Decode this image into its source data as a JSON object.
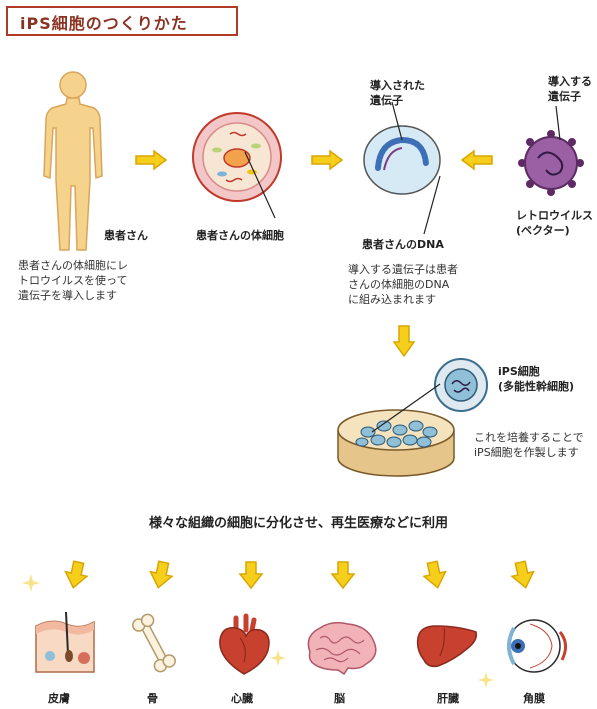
{
  "title": "iPS細胞のつくりかた",
  "step1": {
    "patient_label": "患者さん",
    "cell_label": "患者さんの体細胞",
    "dna_label": "患者さんのDNA",
    "injected_gene_label": "導入された\n遺伝子",
    "gene_to_inject_label": "導入する\n遺伝子",
    "retrovirus_label": "レトロウイルス\n(ベクター)"
  },
  "desc1": "患者さんの体細胞にレ\nトロウイルスを使って\n遺伝子を導入します",
  "desc2": "導入する遺伝子は患者\nさんの体細胞のDNA\nに組み込まれます",
  "ips": {
    "label": "iPS細胞\n(多能性幹細胞)",
    "desc": "これを培養することで\niPS細胞を作製します"
  },
  "differentiation_heading": "様々な組織の細胞に分化させ、再生医療などに利用",
  "tissues": [
    "皮膚",
    "骨",
    "心臓",
    "脳",
    "肝臓",
    "角膜"
  ],
  "colors": {
    "title_border": "#b03a24",
    "arrow_yellow": "#f5cf1b",
    "arrow_outline": "#d9a600",
    "skin": "#f6d38c",
    "organ_red": "#c8412e",
    "brain_pink": "#f2b3b8",
    "cell_pink": "#f3c7c7",
    "dish_blue": "#8fc0d8",
    "virus_purple": "#7b3c82"
  },
  "icons": [
    "human-figure-icon",
    "arrow-right-icon",
    "cell-icon",
    "dna-cell-icon",
    "retrovirus-icon",
    "arrow-down-icon",
    "ips-cell-icon",
    "petri-dish-icon",
    "skin-icon",
    "bone-icon",
    "heart-icon",
    "brain-icon",
    "liver-icon",
    "eye-icon",
    "sparkle-icon"
  ]
}
